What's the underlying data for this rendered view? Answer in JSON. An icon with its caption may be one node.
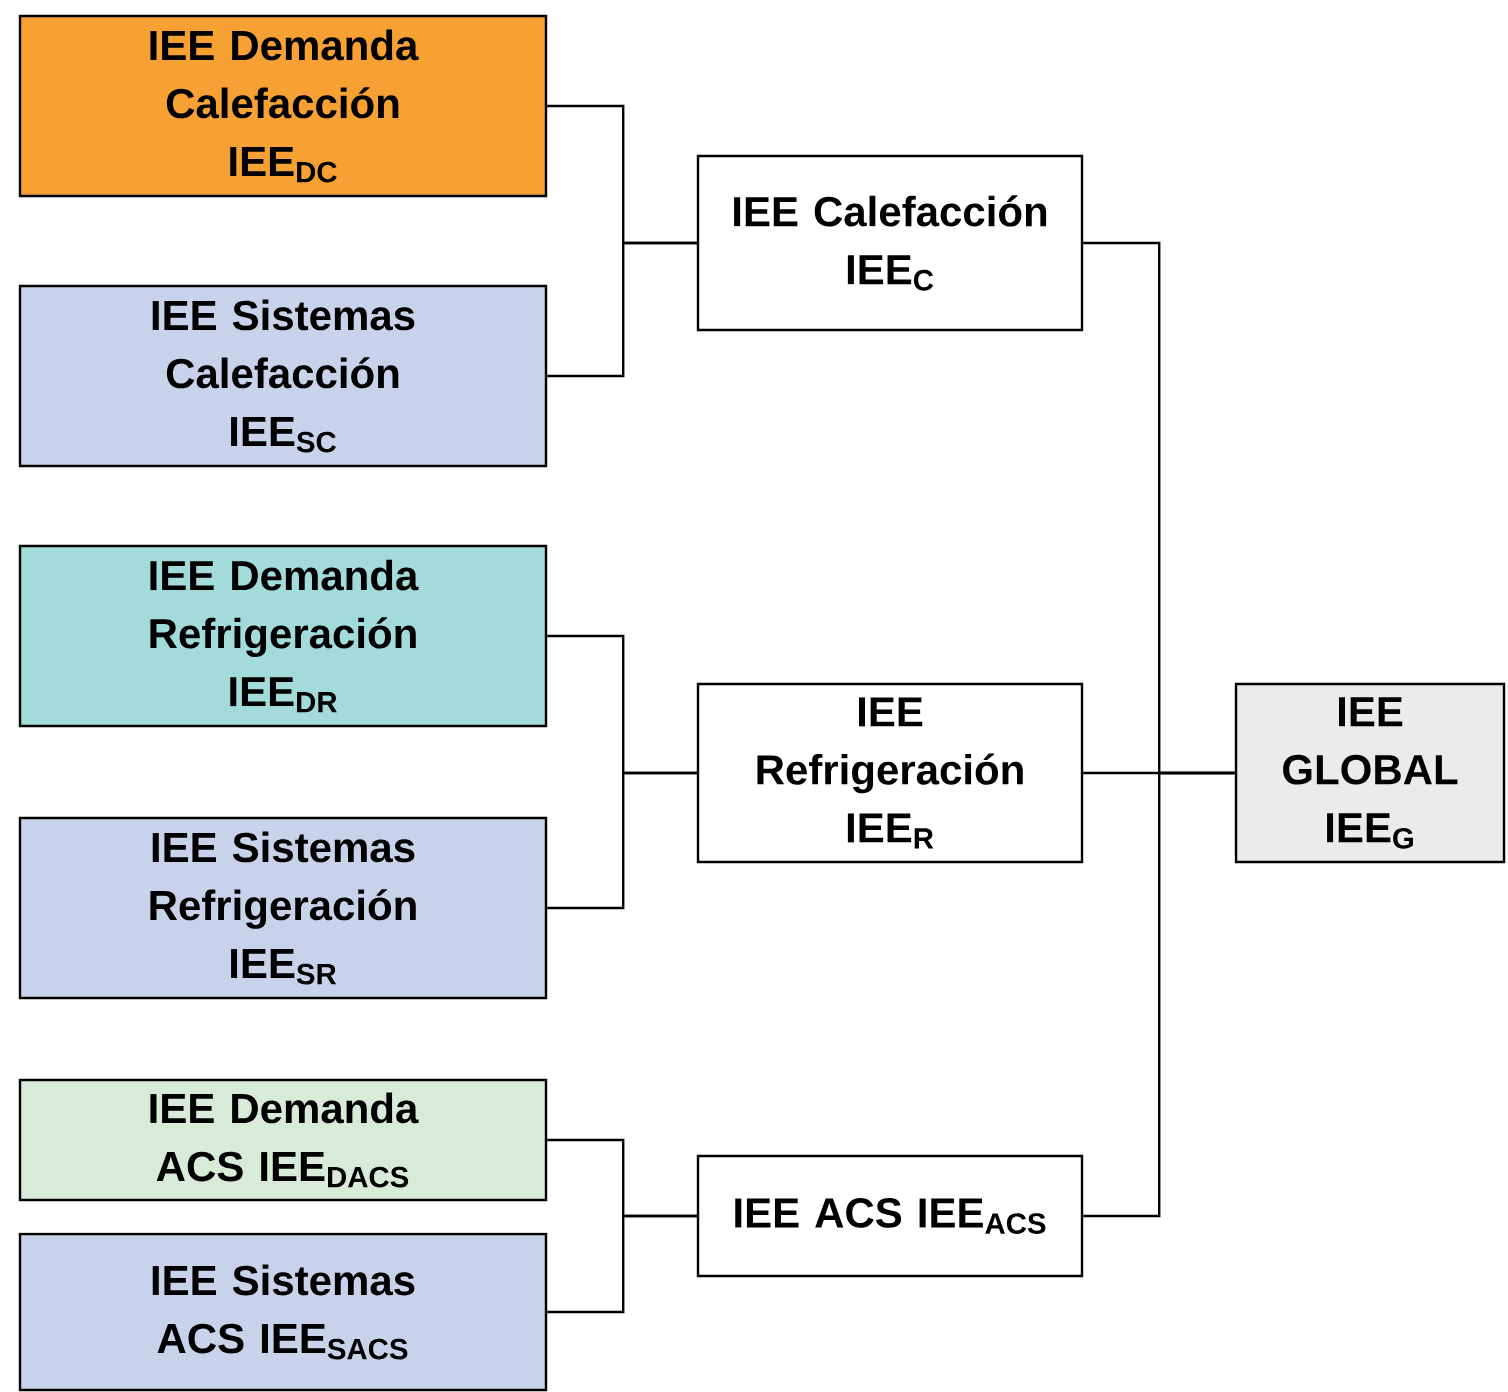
{
  "diagram": {
    "nodes": [
      {
        "text": [
          "IEE Demanda Calefacción IEE$_{DC}$"
        ]
      },
      {
        "text": [
          "IEE Sistemas Calefacción IEE$_{SC}$"
        ]
      },
      {
        "text": [
          "IEE Demanda Refrigeración IEE$_{DR}$"
        ]
      },
      {
        "text": [
          "IEE Sistemas Refrigeración IEE$_{SR}$"
        ]
      },
      {
        "text": [
          "IEE Demanda ACS IEE$_{DACS}$"
        ]
      },
      {
        "text": [
          "IEE Sistemas ACS IEE$_{SACS}$"
        ]
      },
      {
        "text": [
          "IEE Calefacción IEE$_{C}$"
        ]
      },
      {
        "text": [
          "IEE Refrigeración IEE$_{R}$"
        ]
      },
      {
        "text": [
          "IEE ACS IEE$_{ACS}$"
        ]
      },
      {
        "text": [
          "IEE GLOBAL IEE$_{G}$"
        ]
      }
    ],
    "edges": [
      {
        "from": 0,
        "to": 6,
        "arrow": "none"
      },
      {
        "from": 1,
        "to": 6,
        "arrow": "none"
      },
      {
        "from": 2,
        "to": 7,
        "arrow": "none"
      },
      {
        "from": 3,
        "to": 7,
        "arrow": "none"
      },
      {
        "from": 4,
        "to": 8,
        "arrow": "none"
      },
      {
        "from": 5,
        "to": 8,
        "arrow": "none"
      },
      {
        "from": 6,
        "to": 9,
        "arrow": "none"
      },
      {
        "from": 7,
        "to": 9,
        "arrow": "none"
      },
      {
        "from": 8,
        "to": 9,
        "arrow": "none"
      }
    ]
  }
}
